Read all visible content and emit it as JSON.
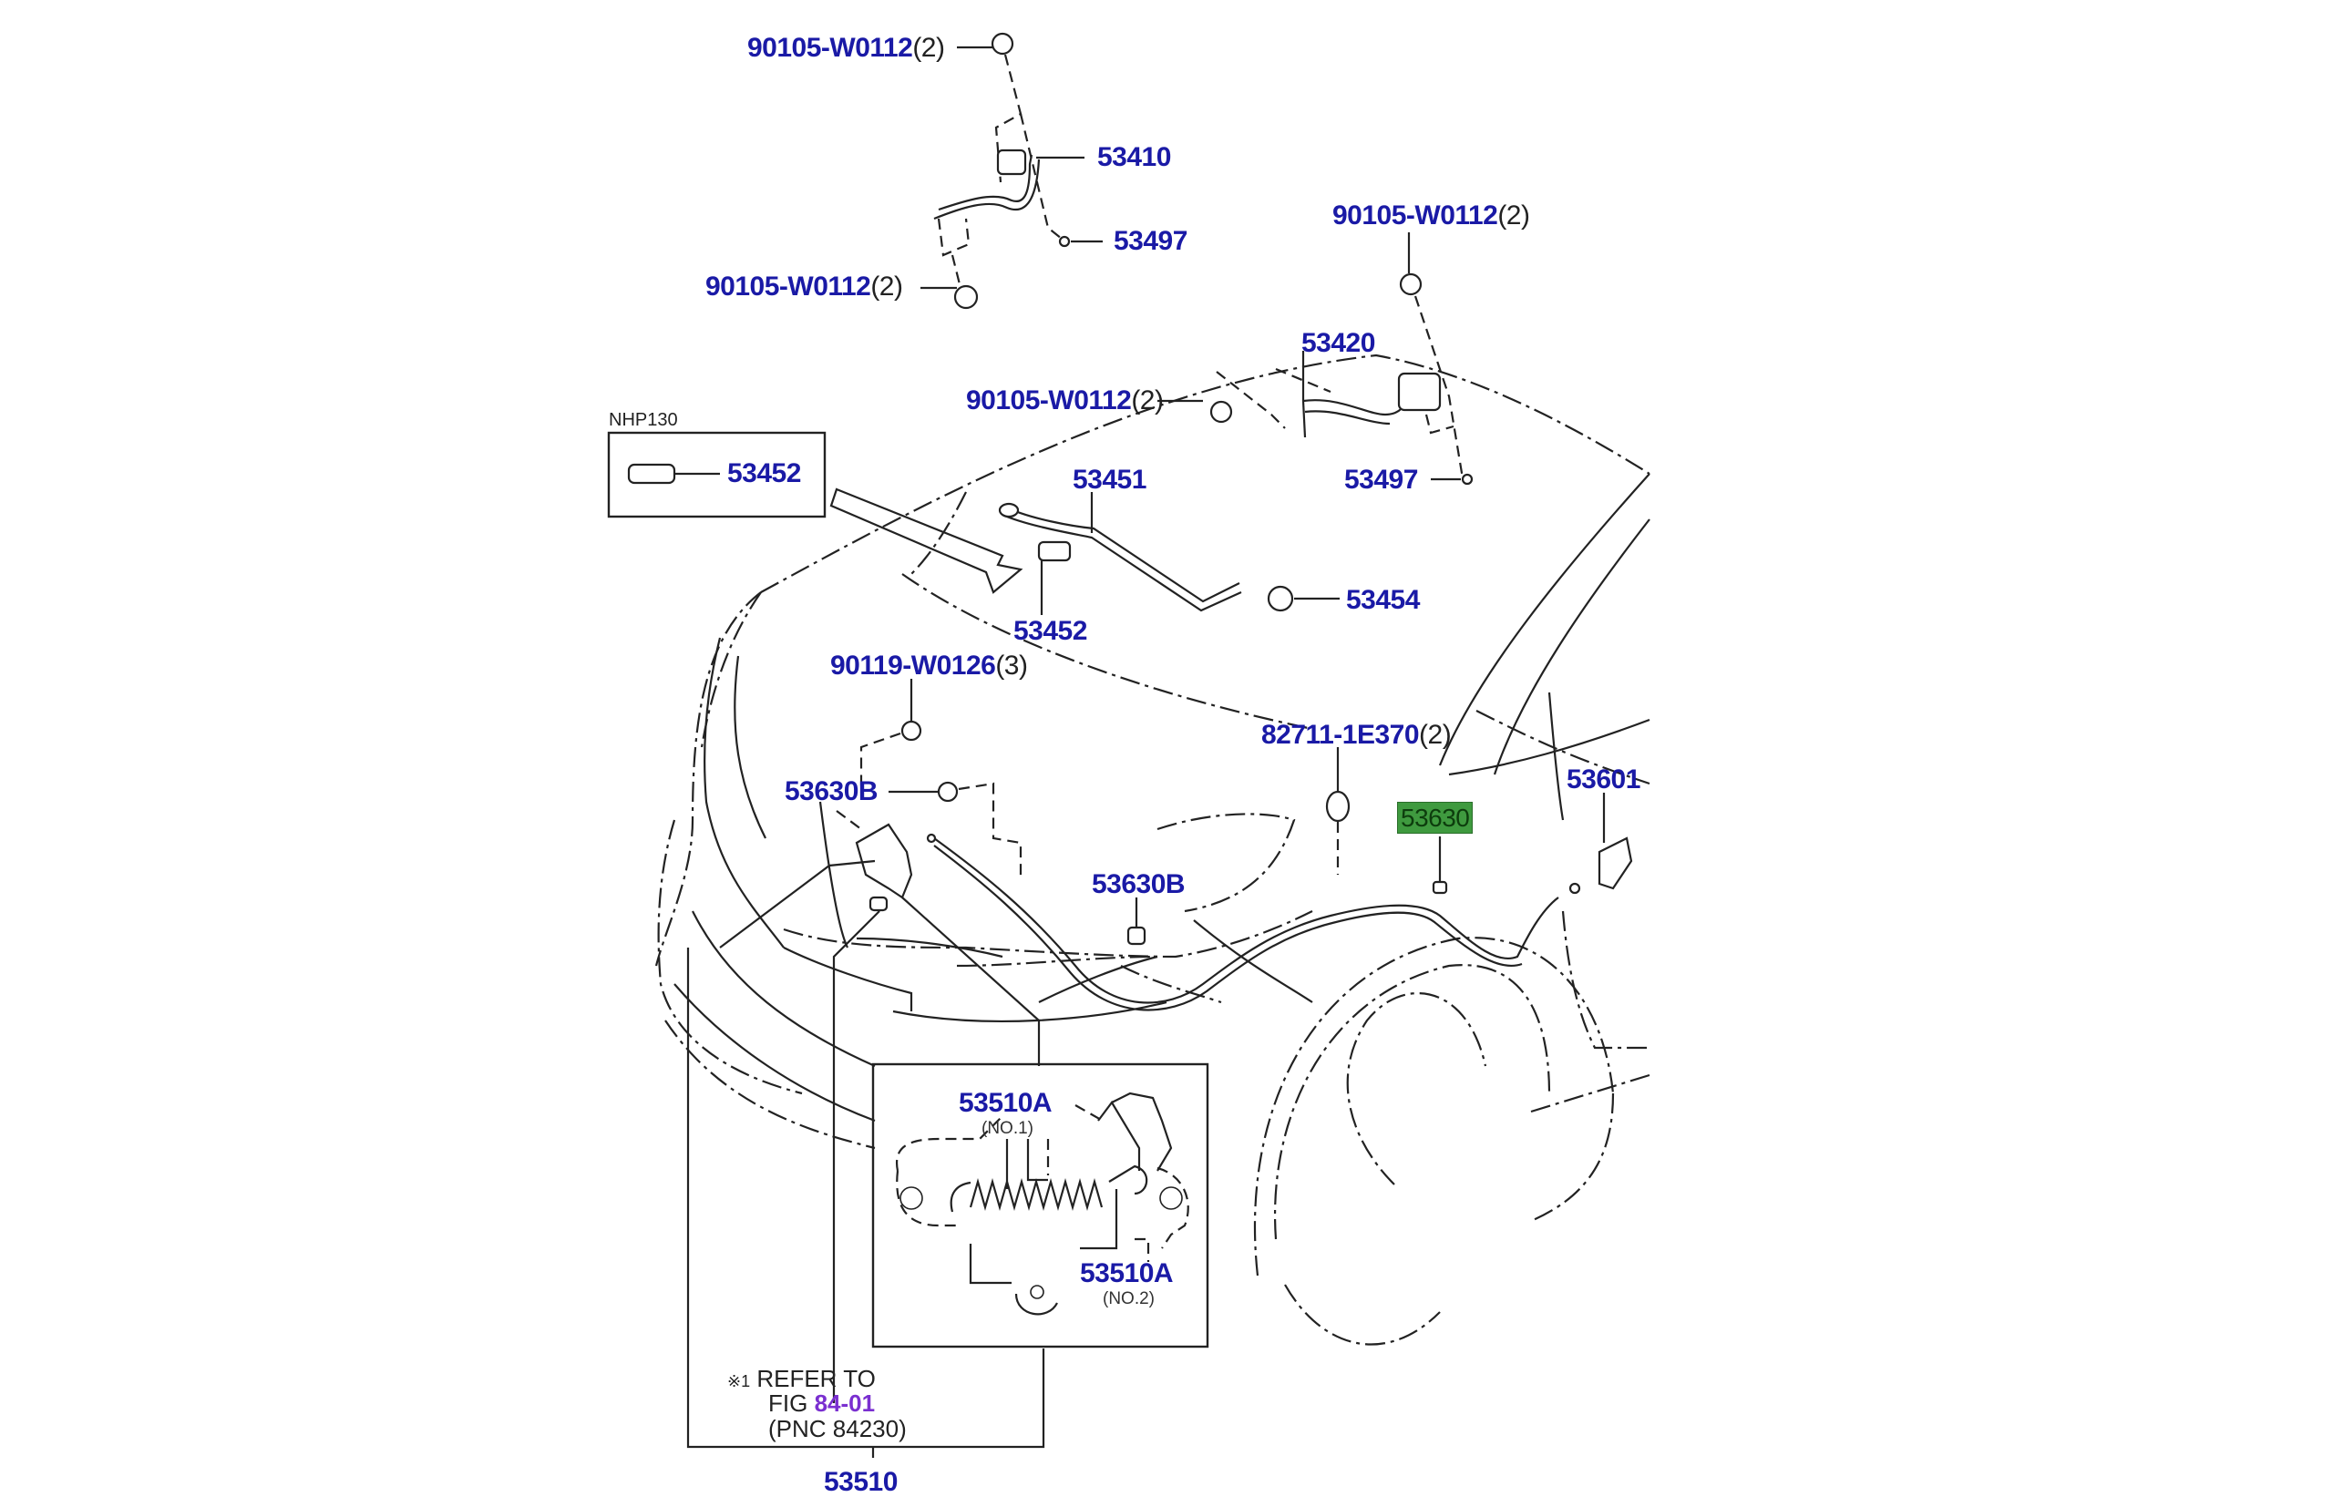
{
  "diagram": {
    "type": "exploded-parts-diagram",
    "subject": "Hood hinge, hood support and hood lock / release cable",
    "group_box_label": "NHP130",
    "callouts": [
      {
        "id": "c1",
        "part": "90105-W0112",
        "qty": "(2)"
      },
      {
        "id": "c2",
        "part": "53410",
        "qty": ""
      },
      {
        "id": "c3",
        "part": "53497",
        "qty": ""
      },
      {
        "id": "c4",
        "part": "90105-W0112",
        "qty": "(2)"
      },
      {
        "id": "c5",
        "part": "90105-W0112",
        "qty": "(2)"
      },
      {
        "id": "c6",
        "part": "53420",
        "qty": ""
      },
      {
        "id": "c7",
        "part": "90105-W0112",
        "qty": "(2)"
      },
      {
        "id": "c8",
        "part": "53452",
        "qty": ""
      },
      {
        "id": "c9",
        "part": "53451",
        "qty": ""
      },
      {
        "id": "c10",
        "part": "53497",
        "qty": ""
      },
      {
        "id": "c11",
        "part": "53454",
        "qty": ""
      },
      {
        "id": "c12",
        "part": "53452",
        "qty": ""
      },
      {
        "id": "c13",
        "part": "90119-W0126",
        "qty": "(3)"
      },
      {
        "id": "c14",
        "part": "82711-1E370",
        "qty": "(2)"
      },
      {
        "id": "c15",
        "part": "53630B",
        "qty": ""
      },
      {
        "id": "c16",
        "part": "53601",
        "qty": ""
      },
      {
        "id": "c17",
        "part": "53630",
        "qty": "",
        "highlighted": true
      },
      {
        "id": "c18",
        "part": "53630B",
        "qty": ""
      },
      {
        "id": "c19",
        "part": "53510A",
        "qty": "",
        "sub": "(NO.1)"
      },
      {
        "id": "c20",
        "part": "53510A",
        "qty": "",
        "sub": "(NO.2)"
      },
      {
        "id": "c21",
        "part": "53510",
        "qty": ""
      }
    ],
    "reference_note": {
      "marker": "※1",
      "line1": "REFER TO",
      "line2_prefix": "FIG ",
      "line2_fig": "84-01",
      "line3": "(PNC 84230)"
    },
    "colors": {
      "part_number": "#1a1aa6",
      "highlight_bg": "#3f9a3f",
      "figure_link": "#7a2fd0",
      "line_art": "#222222"
    }
  }
}
